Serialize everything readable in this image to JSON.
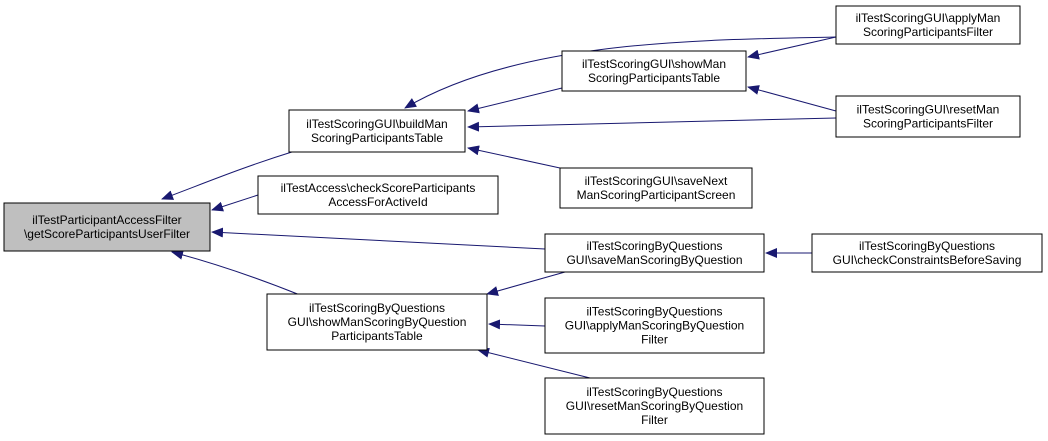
{
  "colors": {
    "edge": "#191970",
    "node_fill": "#ffffff",
    "root_fill": "#bfbfbf",
    "border": "#000000"
  },
  "nodes": [
    {
      "id": "root",
      "lines": [
        "ilTestParticipantAccessFilter",
        "\\getScoreParticipantsUserFilter"
      ]
    },
    {
      "id": "buildMan",
      "lines": [
        "ilTestScoringGUI\\buildMan",
        "ScoringParticipantsTable"
      ]
    },
    {
      "id": "checkAccess",
      "lines": [
        "ilTestAccess\\checkScoreParticipants",
        "AccessForActiveId"
      ]
    },
    {
      "id": "showManQ",
      "lines": [
        "ilTestScoringByQuestions",
        "GUI\\showManScoringByQuestion",
        "ParticipantsTable"
      ]
    },
    {
      "id": "showMan",
      "lines": [
        "ilTestScoringGUI\\showMan",
        "ScoringParticipantsTable"
      ]
    },
    {
      "id": "saveNext",
      "lines": [
        "ilTestScoringGUI\\saveNext",
        "ManScoringParticipantScreen"
      ]
    },
    {
      "id": "saveManQ",
      "lines": [
        "ilTestScoringByQuestions",
        "GUI\\saveManScoringByQuestion"
      ]
    },
    {
      "id": "applyManQ",
      "lines": [
        "ilTestScoringByQuestions",
        "GUI\\applyManScoringByQuestion",
        "Filter"
      ]
    },
    {
      "id": "resetManQ",
      "lines": [
        "ilTestScoringByQuestions",
        "GUI\\resetManScoringByQuestion",
        "Filter"
      ]
    },
    {
      "id": "applyMan",
      "lines": [
        "ilTestScoringGUI\\applyMan",
        "ScoringParticipantsFilter"
      ]
    },
    {
      "id": "resetMan",
      "lines": [
        "ilTestScoringGUI\\resetMan",
        "ScoringParticipantsFilter"
      ]
    },
    {
      "id": "checkConstraints",
      "lines": [
        "ilTestScoringByQuestions",
        "GUI\\checkConstraintsBeforeSaving"
      ]
    }
  ],
  "edges": [
    {
      "from": "buildMan",
      "to": "root"
    },
    {
      "from": "checkAccess",
      "to": "root"
    },
    {
      "from": "saveManQ",
      "to": "root"
    },
    {
      "from": "showManQ",
      "to": "root"
    },
    {
      "from": "applyMan",
      "to": "buildMan"
    },
    {
      "from": "showMan",
      "to": "buildMan"
    },
    {
      "from": "resetMan",
      "to": "buildMan"
    },
    {
      "from": "saveNext",
      "to": "buildMan"
    },
    {
      "from": "applyMan",
      "to": "showMan"
    },
    {
      "from": "resetMan",
      "to": "showMan"
    },
    {
      "from": "checkConstraints",
      "to": "saveManQ"
    },
    {
      "from": "saveManQ",
      "to": "showManQ"
    },
    {
      "from": "applyManQ",
      "to": "showManQ"
    },
    {
      "from": "resetManQ",
      "to": "showManQ"
    }
  ]
}
